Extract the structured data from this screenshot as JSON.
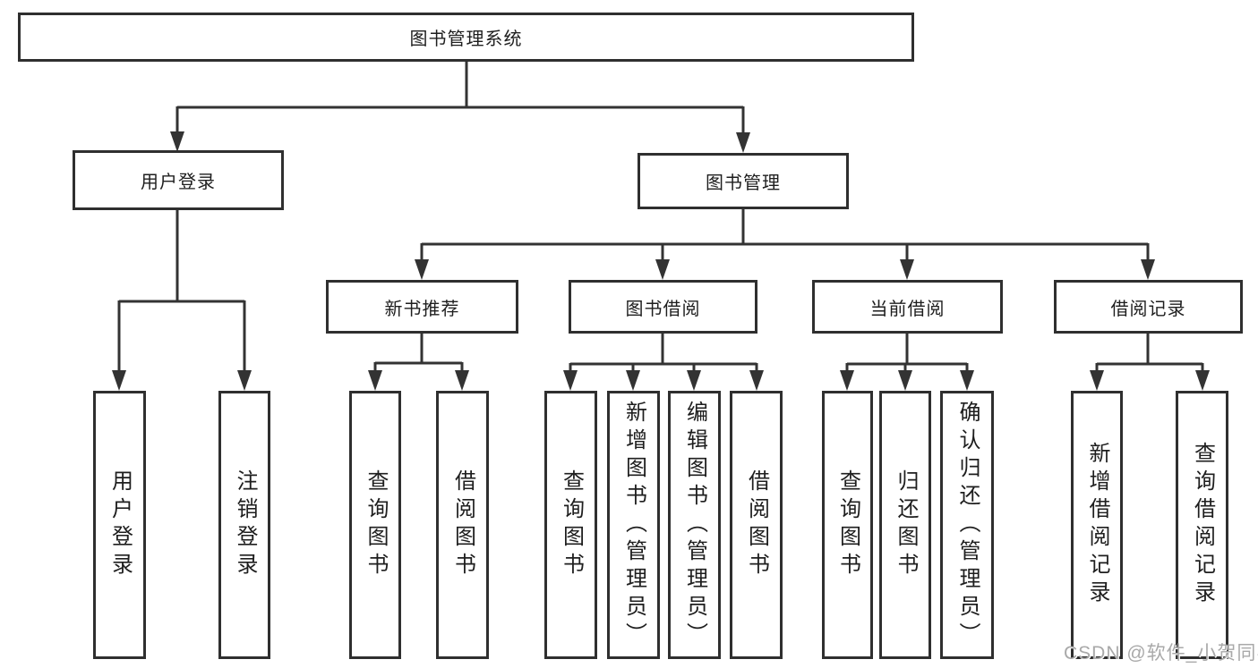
{
  "diagram": {
    "type": "hierarchy-tree",
    "watermark": {
      "text": "CSDN @软件_小贺同学"
    },
    "colors": {
      "line": "#333333",
      "box_border": "#2f2f2f",
      "text": "#1e1e1e",
      "background": "#ffffff",
      "watermark": "#a9a9a9"
    },
    "nodes": {
      "root": {
        "label": "图书管理系统"
      },
      "user_login": {
        "label": "用户登录"
      },
      "book_mgmt": {
        "label": "图书管理"
      },
      "new_book_rec": {
        "label": "新书推荐"
      },
      "book_borrow": {
        "label": "图书借阅"
      },
      "current_borrow": {
        "label": "当前借阅"
      },
      "borrow_record": {
        "label": "借阅记录"
      },
      "leaf_user_login": {
        "label": "用户登录"
      },
      "leaf_logout": {
        "label": "注销登录"
      },
      "leaf_rec_query": {
        "label": "查询图书"
      },
      "leaf_rec_borrow": {
        "label": "借阅图书"
      },
      "leaf_bb_query": {
        "label": "查询图书"
      },
      "leaf_bb_add": {
        "label": "新增图书（管理员）"
      },
      "leaf_bb_edit": {
        "label": "编辑图书（管理员）"
      },
      "leaf_bb_borrow": {
        "label": "借阅图书"
      },
      "leaf_cb_query": {
        "label": "查询图书"
      },
      "leaf_cb_return": {
        "label": "归还图书"
      },
      "leaf_cb_confirm": {
        "label": "确认归还（管理员）"
      },
      "leaf_br_add": {
        "label": "新增借阅记录"
      },
      "leaf_br_query": {
        "label": "查询借阅记录"
      }
    }
  }
}
